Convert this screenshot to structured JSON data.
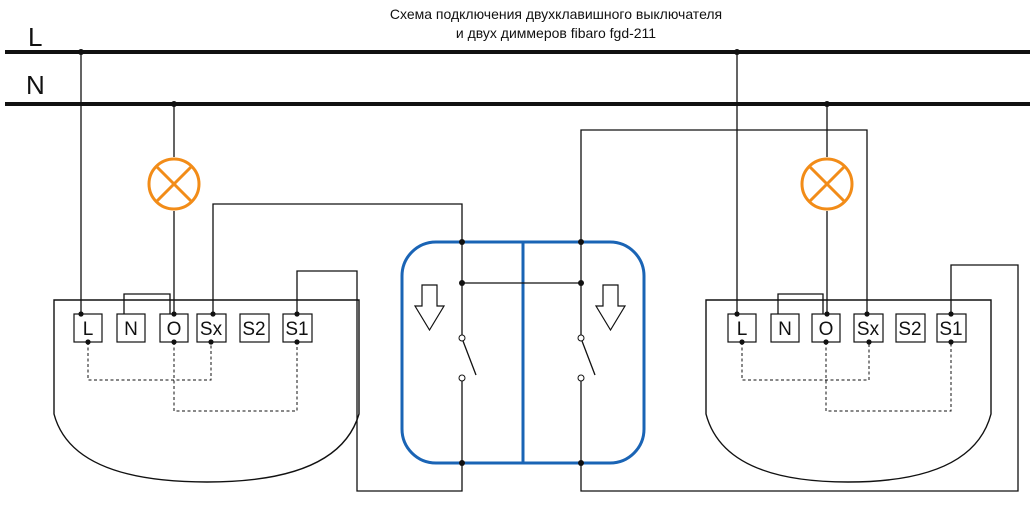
{
  "title": {
    "line1": "Схема подключения двухклавишного выключателя",
    "line2": "и двух диммеров fibaro fgd-211"
  },
  "buses": {
    "live": "L",
    "neutral": "N"
  },
  "dimmer_left": {
    "terminals": [
      "L",
      "N",
      "O",
      "Sx",
      "S2",
      "S1"
    ]
  },
  "dimmer_right": {
    "terminals": [
      "L",
      "N",
      "O",
      "Sx",
      "S2",
      "S1"
    ]
  },
  "colors": {
    "lamp": "#f28c18",
    "switch_frame": "#1a64b5",
    "wire": "#111111"
  },
  "icons": [
    "lamp-icon",
    "arrow-down-icon",
    "switch-contact-icon"
  ]
}
